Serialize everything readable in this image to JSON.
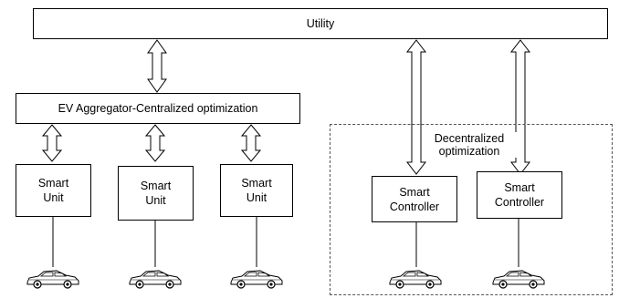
{
  "utility": {
    "label": "Utility"
  },
  "aggregator": {
    "label": "EV Aggregator-Centralized optimization"
  },
  "smart_units": [
    {
      "line1": "Smart",
      "line2": "Unit"
    },
    {
      "line1": "Smart",
      "line2": "Unit"
    },
    {
      "line1": "Smart",
      "line2": "Unit"
    }
  ],
  "decentralized": {
    "line1": "Decentralized",
    "line2": "optimization"
  },
  "smart_controllers": [
    {
      "line1": "Smart",
      "line2": "Controller"
    },
    {
      "line1": "Smart",
      "line2": "Controller"
    }
  ],
  "icons": {
    "vehicle": "car-icon",
    "link": "double-arrow-icon"
  }
}
